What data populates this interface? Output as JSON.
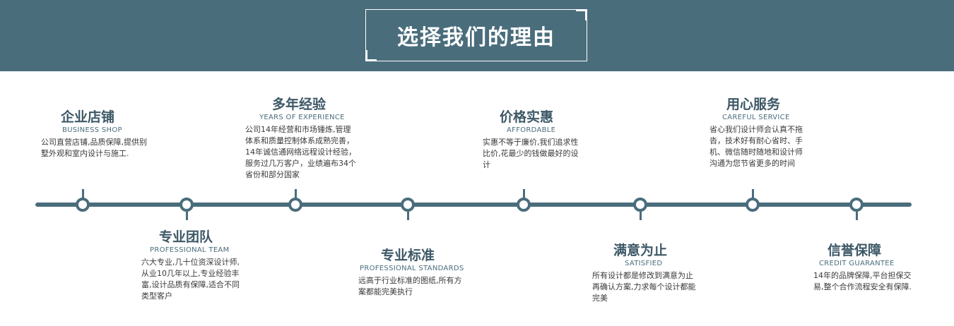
{
  "header": {
    "title": "选择我们的理由"
  },
  "items": [
    {
      "title": "企业店铺",
      "subtitle": "BUSINESS SHOP",
      "desc": "公司直营店铺,品质保障,提供别墅外观和室内设计与施工."
    },
    {
      "title": "专业团队",
      "subtitle": "PROFESSIONAL TEAM",
      "desc": "六大专业,几十位资深设计师,从业10几年以上,专业经验丰富,设计品质有保障,适合不同类型客户"
    },
    {
      "title": "多年经验",
      "subtitle": "YEARS OF EXPERIENCE",
      "desc": "公司14年经营和市场锤炼,管理体系和质量控制体系成熟完善，14年诚信通网络远程设计经验，服务过几万客户，业绩遍布34个省份和部分国家"
    },
    {
      "title": "专业标准",
      "subtitle": "PROFESSIONAL STANDARDS",
      "desc": "远高于行业标准的图纸,所有方案都能完美执行"
    },
    {
      "title": "价格实惠",
      "subtitle": "AFFORDABLE",
      "desc": "实惠不等于廉价,我们追求性比价,花最少的钱做最好的设计"
    },
    {
      "title": "满意为止",
      "subtitle": "SATISFIED",
      "desc": "所有设计都是修改到满意为止再确认方案,力求每个设计都能完美"
    },
    {
      "title": "用心服务",
      "subtitle": "CAREFUL SERVICE",
      "desc": "省心我们设计师会认真不拖沓，技术好有耐心省时、手机、微信随时随地和设计师沟通为您节省更多的时间"
    },
    {
      "title": "信誉保障",
      "subtitle": "CREDIT GUARANTEE",
      "desc": "14年的品牌保障,平台担保交易,整个合作流程安全有保障."
    }
  ]
}
